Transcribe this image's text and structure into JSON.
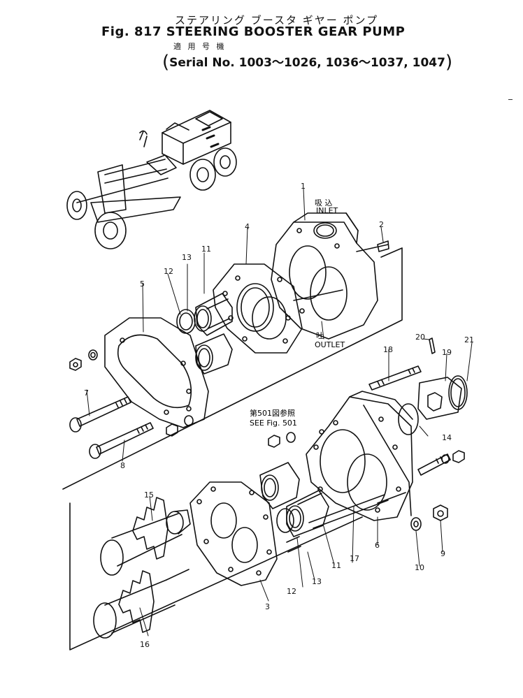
{
  "header": {
    "title_jp": "ステアリング ブースタ ギヤー ポンプ",
    "title_en": "Fig. 817 STEERING BOOSTER GEAR PUMP",
    "subtitle_jp": "適 用 号 機",
    "serial": "Serial No. 1003～1026, 1036～1037, 1047"
  },
  "labels": {
    "inlet_jp": "吸 込",
    "inlet": "INLET",
    "outlet_jp": "吐",
    "outlet": "OUTLET",
    "see_jp": "第501図参照",
    "see": "SEE Fig. 501"
  },
  "callouts": {
    "p1": "1",
    "p2": "2",
    "p3": "3",
    "p4": "4",
    "p5": "5",
    "p6": "6",
    "p7": "7",
    "p8": "8",
    "p9": "9",
    "p10": "10",
    "p11a": "11",
    "p11b": "11",
    "p12a": "12",
    "p12b": "12",
    "p13a": "13",
    "p13b": "13",
    "p14": "14",
    "p15": "15",
    "p16": "16",
    "p17": "17",
    "p18": "18",
    "p19": "19",
    "p20": "20",
    "p21": "21"
  }
}
